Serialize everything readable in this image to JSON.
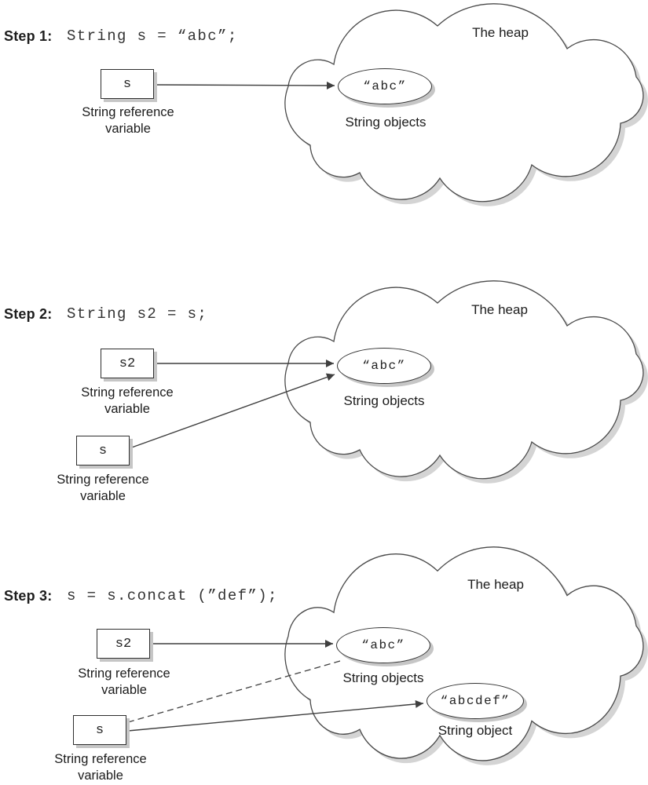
{
  "figure": {
    "colors": {
      "background": "#ffffff",
      "line": "#3f3f3f",
      "shadow": "#c8c8c8",
      "text": "#1d1d1d"
    },
    "steps": [
      {
        "label": "Step 1:",
        "code": "String s = “abc”;",
        "heap_label": "The heap",
        "variables": [
          {
            "name": "s",
            "caption_line1": "String reference",
            "caption_line2": "variable"
          }
        ],
        "objects": [
          {
            "value": "“abc”",
            "caption": "String objects"
          }
        ]
      },
      {
        "label": "Step 2:",
        "code": "String s2 = s;",
        "heap_label": "The heap",
        "variables": [
          {
            "name": "s2",
            "caption_line1": "String reference",
            "caption_line2": "variable"
          },
          {
            "name": "s",
            "caption_line1": "String reference",
            "caption_line2": "variable"
          }
        ],
        "objects": [
          {
            "value": "“abc”",
            "caption": "String objects"
          }
        ]
      },
      {
        "label": "Step 3:",
        "code": "s = s.concat (”def”);",
        "heap_label": "The heap",
        "variables": [
          {
            "name": "s2",
            "caption_line1": "String reference",
            "caption_line2": "variable"
          },
          {
            "name": "s",
            "caption_line1": "String reference",
            "caption_line2": "variable"
          }
        ],
        "objects": [
          {
            "value": "“abc”",
            "caption": "String objects"
          },
          {
            "value": "“abcdef”",
            "caption": "String object"
          }
        ]
      }
    ]
  }
}
